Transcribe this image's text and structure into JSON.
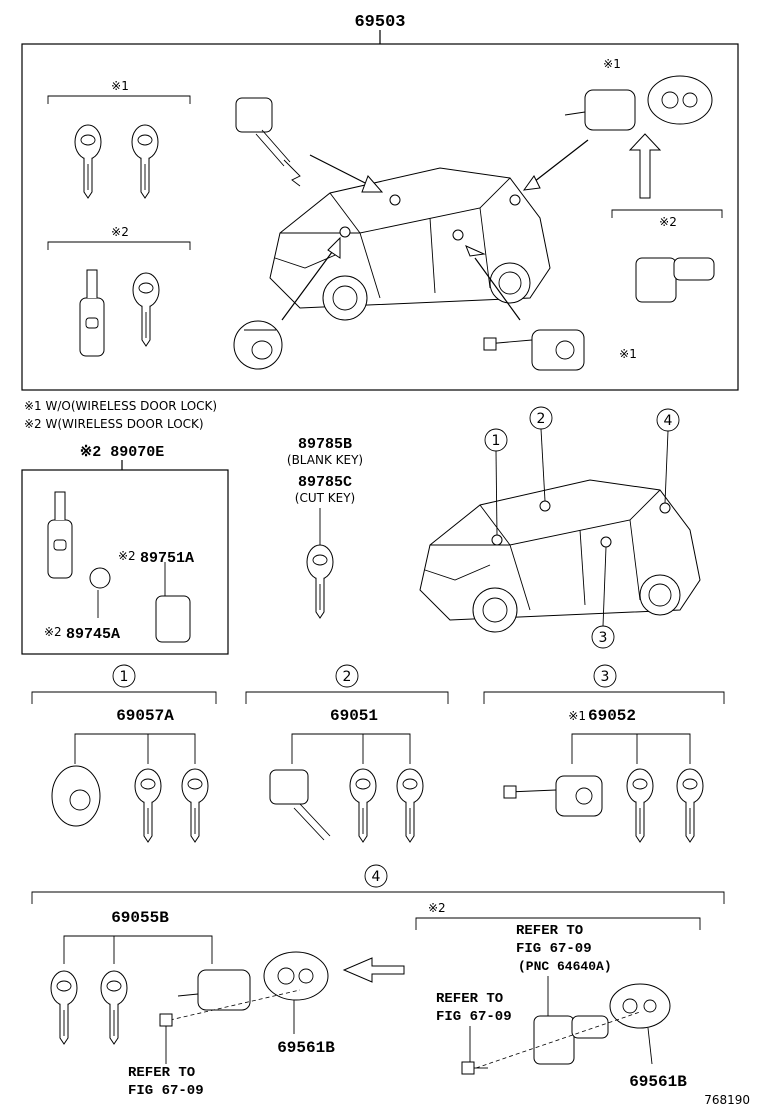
{
  "labels": {
    "main_part": "69503",
    "note_mark_1": "※1",
    "note_mark_2": "※2",
    "note_1": "※1 W/O(WIRELESS DOOR LOCK)",
    "note_2": "※2 W(WIRELESS DOOR LOCK)",
    "transmitter_kit": "※2 89070E",
    "battery": "89751A",
    "cover": "89745A",
    "blank_key_no": "89785B",
    "blank_key_desc": "(BLANK KEY)",
    "cut_key_no": "89785C",
    "cut_key_desc": "(CUT KEY)",
    "callout_1": "1",
    "callout_2": "2",
    "callout_3": "3",
    "callout_4": "4",
    "set_1": "69057A",
    "set_2": "69051",
    "set_3": "69052",
    "set_4": "69055B",
    "gasket_a": "69561B",
    "gasket_b": "69561B",
    "refer_a_line1": "REFER TO",
    "refer_a_line2": "FIG 67-09",
    "refer_b_line1": "REFER TO",
    "refer_b_line2": "FIG 67-09",
    "refer_b_pnc": "(PNC 64640A)",
    "refer_c_line1": "REFER TO",
    "refer_c_line2": "FIG 67-09",
    "diagram_no": "768190"
  }
}
